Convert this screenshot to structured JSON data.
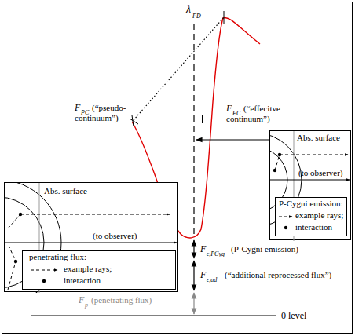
{
  "diagram": {
    "nodes": [
      {
        "text": [
          "Abs. surface",
          "(to observer)"
        ]
      },
      {
        "text": [
          "penetrating flux:",
          "example rays;",
          "interaction"
        ],
        "in": 0
      },
      {
        "text": [
          "Abs. surface",
          "(to observer)"
        ]
      },
      {
        "text": [
          "P-Cygni emission:",
          "example rays;",
          "interaction"
        ],
        "in": 2
      }
    ],
    "labels": [
      "λ",
      "FD",
      "F",
      "PC",
      "(“pseudo- continuum”)",
      "F",
      "EC",
      "(“effecitve continuum”)",
      "F",
      "ε,PCyg",
      "(P-Cygni emission)",
      "F",
      "ε,ad",
      "(“additional reprocessed flux”)",
      "F",
      "p",
      "(penetrating flux)",
      "0 level"
    ]
  }
}
